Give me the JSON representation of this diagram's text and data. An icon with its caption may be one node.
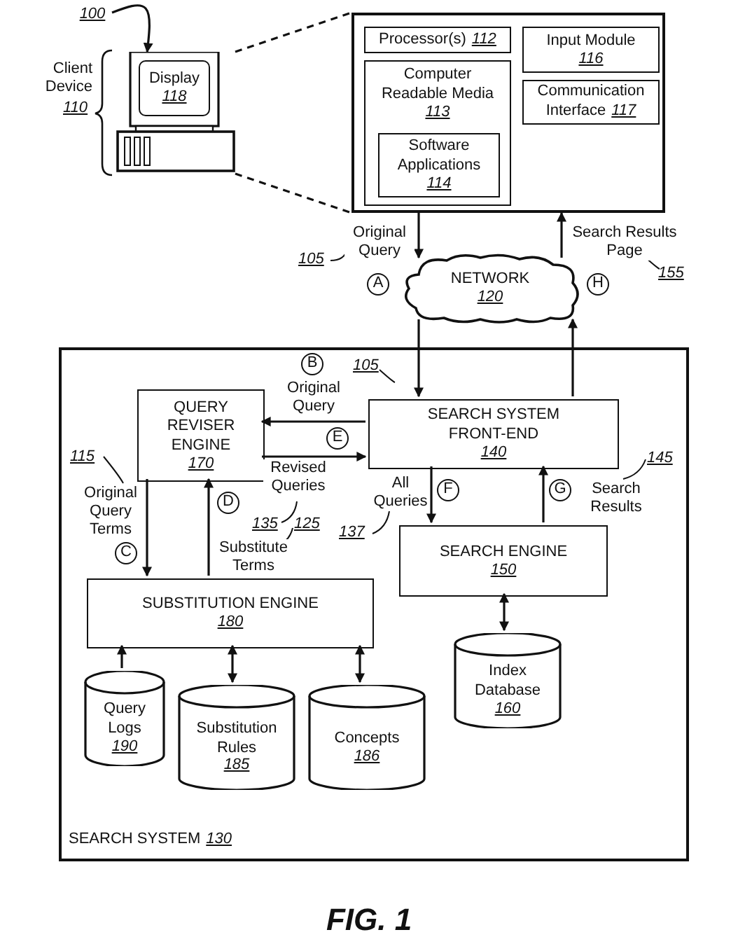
{
  "diagram": {
    "caption": "FIG. 1",
    "nodes": [
      {
        "text": [],
        "shape": "picture",
        "beside": [
          "Client Device",
          "110"
        ]
      },
      {
        "text": [
          "Display",
          "118"
        ],
        "in": 0
      },
      {
        "text": [],
        "shape": "box"
      },
      {
        "text": [
          "Processor(s)",
          "112"
        ],
        "in": 2
      },
      {
        "text": [
          "Computer Readable Media",
          "113"
        ],
        "in": 2
      },
      {
        "text": [
          "Software Applications",
          "114"
        ],
        "in": 4
      },
      {
        "text": [
          "Input Module",
          "116"
        ],
        "in": 2
      },
      {
        "text": [
          "Communication Interface",
          "117"
        ],
        "in": 2
      },
      {
        "text": [
          "NETWORK",
          "120"
        ]
      },
      {
        "text": [
          "SEARCH SYSTEM",
          "130"
        ]
      },
      {
        "text": [
          "QUERY REVISER ENGINE",
          "170"
        ],
        "in": 9
      },
      {
        "text": [
          "SEARCH SYSTEM FRONT-END",
          "140"
        ],
        "in": 9
      },
      {
        "text": [
          "SEARCH ENGINE",
          "150"
        ],
        "in": 9
      },
      {
        "text": [
          "SUBSTITUTION ENGINE",
          "180"
        ],
        "in": 9
      },
      {
        "text": [
          "Query Logs",
          "190"
        ],
        "in": 9
      },
      {
        "text": [
          "Substitution Rules",
          "185"
        ],
        "in": 9
      },
      {
        "text": [
          "Concepts",
          "186"
        ],
        "in": 9
      },
      {
        "text": [
          "Index Database",
          "160"
        ],
        "in": 9
      },
      {
        "text": [
          "100"
        ]
      }
    ],
    "edges": [
      {
        "from": 0,
        "to": 2,
        "arrow": "none",
        "style": "dashed"
      },
      {
        "from": 0,
        "to": 2,
        "arrow": "none",
        "style": "dashed"
      },
      {
        "from": 2,
        "to": 8,
        "arrow": "to",
        "label": "Original Query"
      },
      {
        "from": 8,
        "to": 2,
        "arrow": "to",
        "label": "Search Results Page"
      },
      {
        "from": 8,
        "to": 11,
        "arrow": "to"
      },
      {
        "from": 11,
        "to": 8,
        "arrow": "to"
      },
      {
        "from": 11,
        "to": 10,
        "arrow": "to",
        "label": "Original Query"
      },
      {
        "from": 10,
        "to": 11,
        "arrow": "to",
        "label": "Revised Queries"
      },
      {
        "from": 10,
        "to": 13,
        "arrow": "to",
        "label": "Original Query Terms"
      },
      {
        "from": 13,
        "to": 10,
        "arrow": "to",
        "label": "Substitute Terms"
      },
      {
        "from": 11,
        "to": 12,
        "arrow": "to",
        "label": "All Queries"
      },
      {
        "from": 12,
        "to": 11,
        "arrow": "to",
        "label": "Search Results"
      },
      {
        "from": 14,
        "to": 13,
        "arrow": "to"
      },
      {
        "from": 15,
        "to": 13,
        "arrow": "both"
      },
      {
        "from": 16,
        "to": 13,
        "arrow": "both"
      },
      {
        "from": 12,
        "to": 17,
        "arrow": "both"
      },
      {
        "from": 18,
        "to": 0,
        "arrow": "to"
      }
    ],
    "labels": [
      "105",
      "A",
      "155",
      "H",
      "B",
      "105",
      "E",
      "115",
      "135",
      "125",
      "D",
      "C",
      "F",
      "137",
      "G",
      "145"
    ]
  }
}
